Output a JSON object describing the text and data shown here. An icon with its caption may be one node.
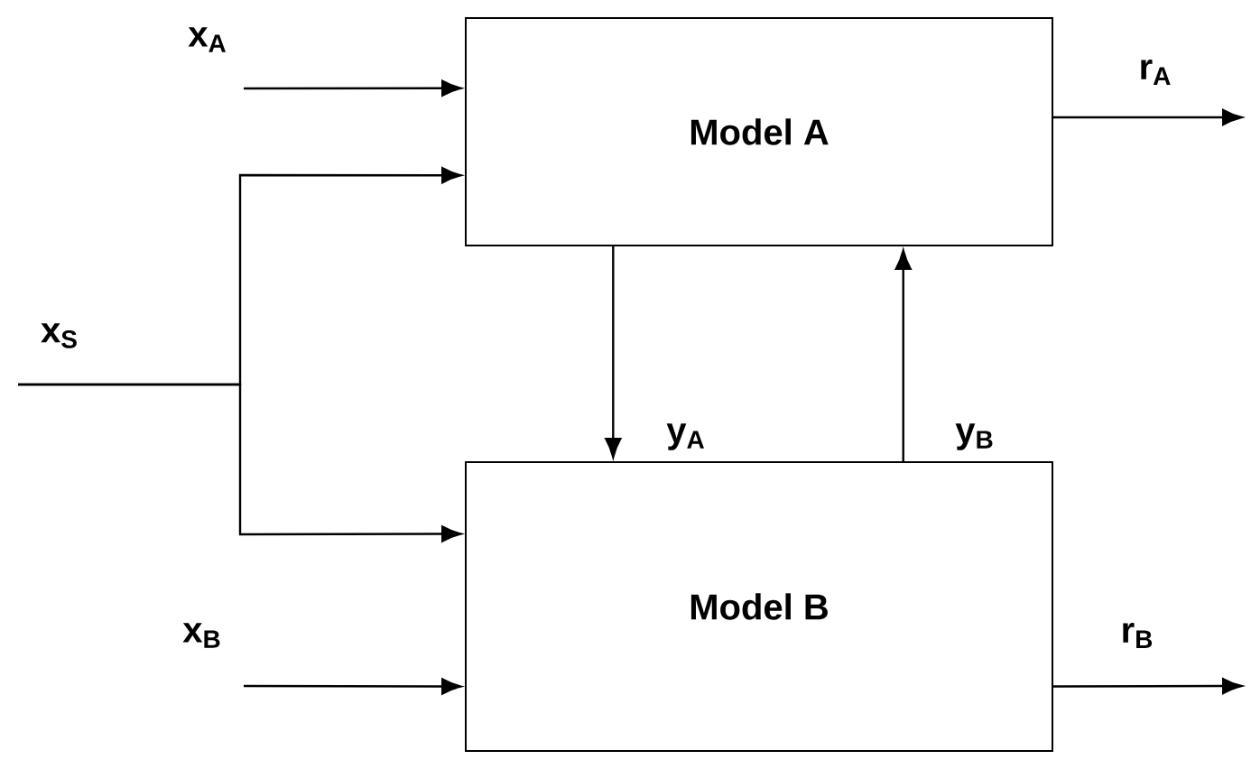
{
  "diagram": {
    "nodes": [
      {
        "text": [
          "Model A"
        ]
      },
      {
        "text": [
          "Model B"
        ]
      }
    ],
    "edges": [
      {
        "from": null,
        "to": 0,
        "arrow": "to",
        "label": "x$_{A}$"
      },
      {
        "from": null,
        "to": 0,
        "arrow": "to",
        "label": "x$_{S}$"
      },
      {
        "from": null,
        "to": 1,
        "arrow": "to"
      },
      {
        "from": null,
        "to": 1,
        "arrow": "to",
        "label": "x$_{B}$"
      },
      {
        "from": 0,
        "to": null,
        "arrow": "to",
        "label": "r$_{A}$"
      },
      {
        "from": 0,
        "to": 1,
        "arrow": "to",
        "label": "y$_{A}$"
      },
      {
        "from": 1,
        "to": 0,
        "arrow": "to",
        "label": "y$_{B}$"
      },
      {
        "from": 1,
        "to": null,
        "arrow": "to",
        "label": "r$_{B}$"
      }
    ]
  }
}
